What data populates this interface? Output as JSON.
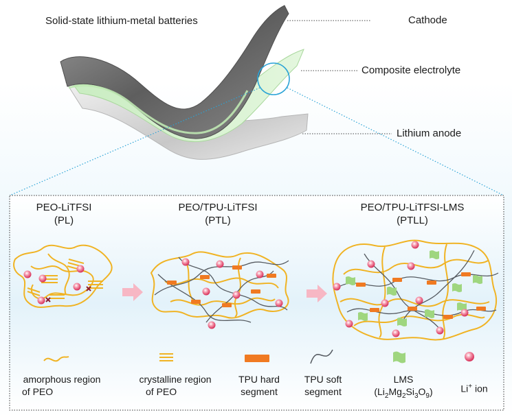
{
  "header": {
    "title": "Solid-state lithium-metal batteries"
  },
  "layers": {
    "cathode": "Cathode",
    "electrolyte": "Composite electrolyte",
    "anode": "Lithium anode"
  },
  "panels": [
    {
      "name": "PEO-LiTFSI",
      "abbr": "(PL)"
    },
    {
      "name": "PEO/TPU-LiTFSI",
      "abbr": "(PTL)"
    },
    {
      "name": "PEO/TPU-LiTFSI-LMS",
      "abbr": "(PTLL)"
    }
  ],
  "legend": {
    "amorphous_1": "amorphous region",
    "amorphous_2": "of PEO",
    "crystalline_1": "crystalline region",
    "crystalline_2": "of PEO",
    "tpu_hard_1": "TPU hard",
    "tpu_hard_2": "segment",
    "tpu_soft_1": "TPU soft",
    "tpu_soft_2": "segment",
    "lms_1": "LMS",
    "lms_formula": "(Li2Mg2Si3O9)",
    "li_ion": "Li+ ion"
  },
  "colors": {
    "peo": "#f0b323",
    "tpu_hard": "#f07a22",
    "tpu_soft": "#555a60",
    "lms": "#9fd67f",
    "li_ion": "#e23a5a",
    "magnifier": "#2aa3d6",
    "arrow": "#f7b7c4"
  }
}
